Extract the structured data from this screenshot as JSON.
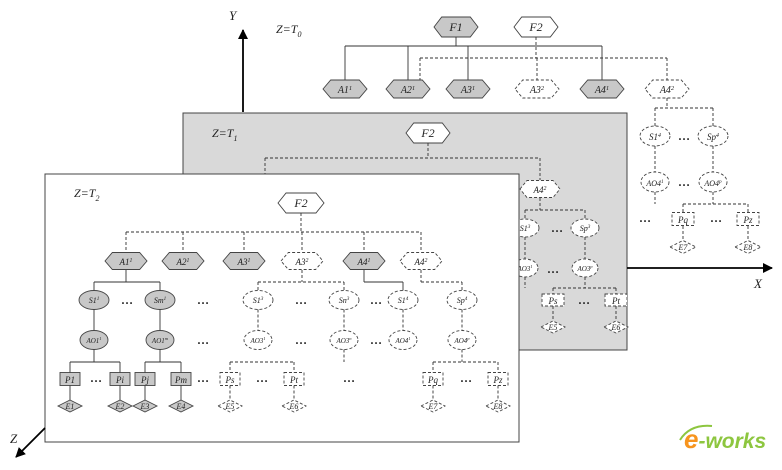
{
  "axes": {
    "y": "Y",
    "x": "X",
    "z": "Z"
  },
  "layers": [
    {
      "id": "t0",
      "label": "Z=T",
      "sub": "0"
    },
    {
      "id": "t1",
      "label": "Z=T",
      "sub": "1"
    },
    {
      "id": "t2",
      "label": "Z=T",
      "sub": "2"
    }
  ],
  "dots": "…",
  "colors": {
    "gray_fill": "#c8c8c8",
    "panel_gray": "#d9d9d9",
    "watermark_green": "#8dc63f",
    "watermark_orange": "#f7941d"
  },
  "watermark": {
    "e": "e",
    "rest": "-works"
  },
  "layer0": {
    "functions": [
      "F1",
      "F2"
    ],
    "activities": [
      {
        "t": "A1",
        "s": "1",
        "g": true
      },
      {
        "t": "A2",
        "s": "1",
        "g": true
      },
      {
        "t": "A3",
        "s": "1",
        "g": true
      },
      {
        "t": "A3",
        "s": "2",
        "g": false
      },
      {
        "t": "A4",
        "s": "1",
        "g": true
      },
      {
        "t": "A4",
        "s": "2",
        "g": false
      }
    ],
    "states": [
      {
        "t": "S1",
        "s": "4"
      },
      {
        "t": "Sp",
        "s": "4"
      }
    ],
    "outputs": [
      {
        "t": "AO4",
        "s": "1"
      },
      {
        "t": "AO4",
        "s": "p"
      }
    ],
    "products": [
      "Pq",
      "Pz"
    ],
    "elements": [
      "E7",
      "E8"
    ]
  },
  "layer1": {
    "function": "F2",
    "activity": {
      "t": "A4",
      "s": "2"
    },
    "states": [
      {
        "t": "S1",
        "s": "3"
      },
      {
        "t": "Sp",
        "s": "3"
      }
    ],
    "outputs": [
      {
        "t": "AO3",
        "s": "1"
      },
      {
        "t": "AO3",
        "s": "p"
      }
    ],
    "products": [
      "Ps",
      "Pt"
    ],
    "elements": [
      "E5",
      "E6"
    ]
  },
  "layer2": {
    "function": "F2",
    "activities": [
      {
        "t": "A1",
        "s": "1",
        "g": true
      },
      {
        "t": "A2",
        "s": "1",
        "g": true
      },
      {
        "t": "A3",
        "s": "1",
        "g": true
      },
      {
        "t": "A3",
        "s": "2",
        "g": false
      },
      {
        "t": "A4",
        "s": "1",
        "g": true
      },
      {
        "t": "A4",
        "s": "2",
        "g": false
      }
    ],
    "states": [
      {
        "t": "S1",
        "s": "1",
        "g": true
      },
      {
        "t": "Sm",
        "s": "1",
        "g": true
      },
      {
        "t": "S1",
        "s": "3",
        "g": false
      },
      {
        "t": "Sn",
        "s": "3",
        "g": false
      },
      {
        "t": "S1",
        "s": "4",
        "g": false
      },
      {
        "t": "Sp",
        "s": "4",
        "g": false
      }
    ],
    "outputs": [
      {
        "t": "AO1",
        "s": "1",
        "g": true
      },
      {
        "t": "AO1",
        "s": "m",
        "g": true
      },
      {
        "t": "AO3",
        "s": "1",
        "g": false
      },
      {
        "t": "AO3",
        "s": "n",
        "g": false
      },
      {
        "t": "AO4",
        "s": "1",
        "g": false
      },
      {
        "t": "AO4",
        "s": "p",
        "g": false
      }
    ],
    "products": [
      {
        "t": "P1",
        "g": true
      },
      {
        "t": "Pi",
        "g": true
      },
      {
        "t": "Pj",
        "g": true
      },
      {
        "t": "Pm",
        "g": true
      },
      {
        "t": "Ps",
        "g": false
      },
      {
        "t": "Pt",
        "g": false
      },
      {
        "t": "Pq",
        "g": false
      },
      {
        "t": "Pz",
        "g": false
      }
    ],
    "elements": [
      {
        "t": "E1",
        "g": true
      },
      {
        "t": "E2",
        "g": true
      },
      {
        "t": "E3",
        "g": true
      },
      {
        "t": "E4",
        "g": true
      },
      {
        "t": "E5",
        "g": false
      },
      {
        "t": "E6",
        "g": false
      },
      {
        "t": "E7",
        "g": false
      },
      {
        "t": "E8",
        "g": false
      }
    ]
  }
}
